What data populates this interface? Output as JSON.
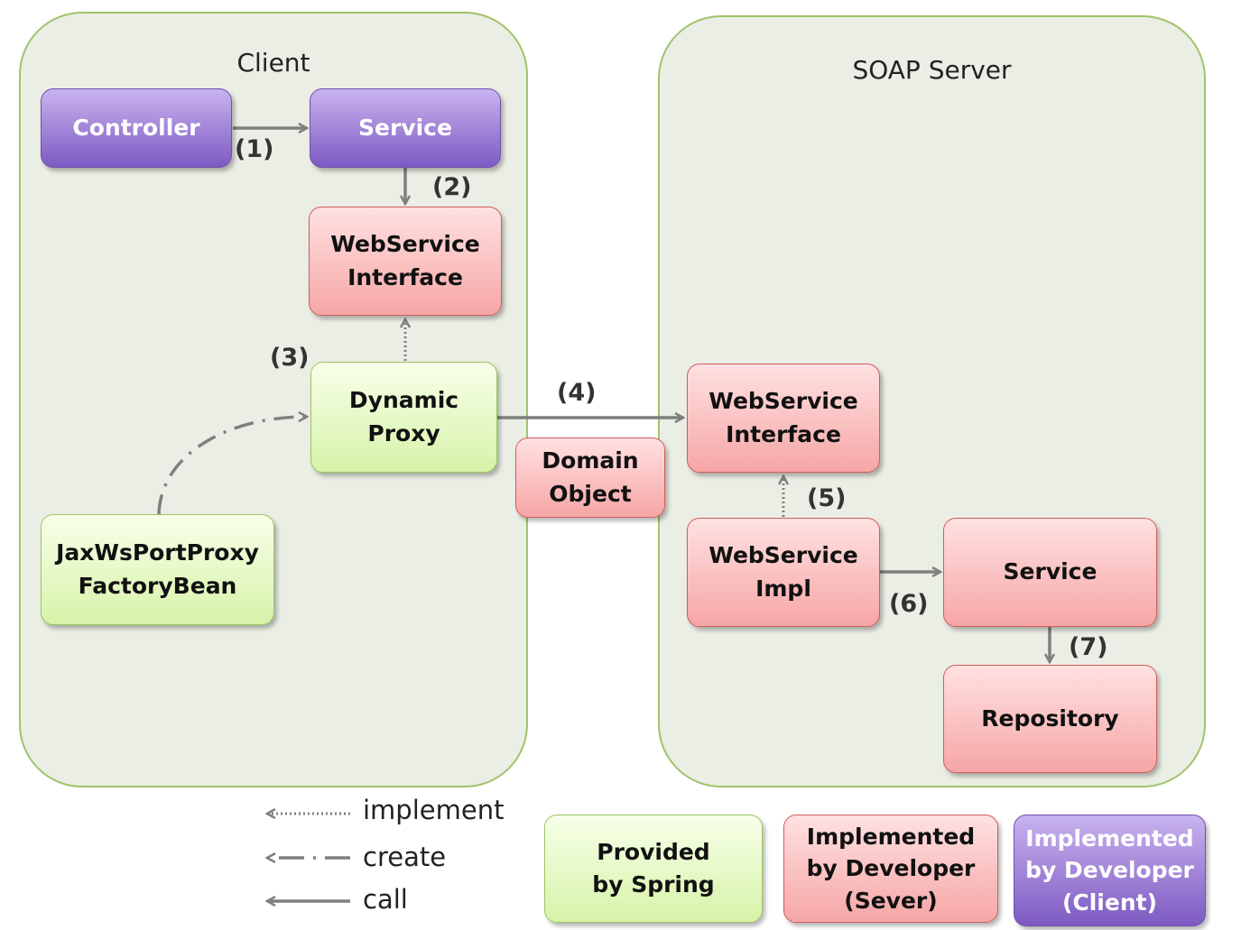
{
  "groups": {
    "client": "Client",
    "server": "SOAP Server"
  },
  "boxes": {
    "controller": "Controller",
    "client_service": "Service",
    "client_ws_interface": "WebService\nInterface",
    "dynamic_proxy": "Dynamic\nProxy",
    "factory_bean": "JaxWsPortProxy\nFactoryBean",
    "domain_object": "Domain\nObject",
    "server_ws_interface": "WebService\nInterface",
    "ws_impl": "WebService\nImpl",
    "server_service": "Service",
    "repository": "Repository"
  },
  "steps": {
    "s1": "(1)",
    "s2": "(2)",
    "s3": "(3)",
    "s4": "(4)",
    "s5": "(5)",
    "s6": "(6)",
    "s7": "(7)"
  },
  "legend": {
    "implement": "implement",
    "create": "create",
    "call": "call",
    "spring": "Provided\nby Spring",
    "dev_server": "Implemented\nby Developer\n(Sever)",
    "dev_client": "Implemented\nby Developer\n(Client)"
  },
  "colors": {
    "client_purple": "#8a68cc",
    "developer_pink": "#f8b4b4",
    "spring_green": "#e3f7bd",
    "group_fill": "#ebeee5",
    "arrow": "#7f7f7f"
  }
}
